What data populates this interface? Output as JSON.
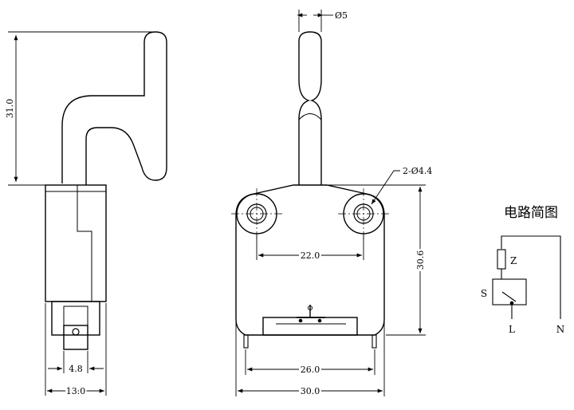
{
  "views": {
    "side": {
      "lever_height": "31.0",
      "terminal_width": "4.8",
      "body_width": "13.0"
    },
    "front": {
      "lever_diameter": "Ø5",
      "mount_holes": "2-Ø4.4",
      "hole_spacing": "22.0",
      "body_height": "30.6",
      "pin_spacing": "26.0",
      "body_width": "30.0"
    }
  },
  "circuit": {
    "title": "电路简图",
    "labels": {
      "z": "Z",
      "s": "S",
      "l": "L",
      "n": "N"
    }
  }
}
